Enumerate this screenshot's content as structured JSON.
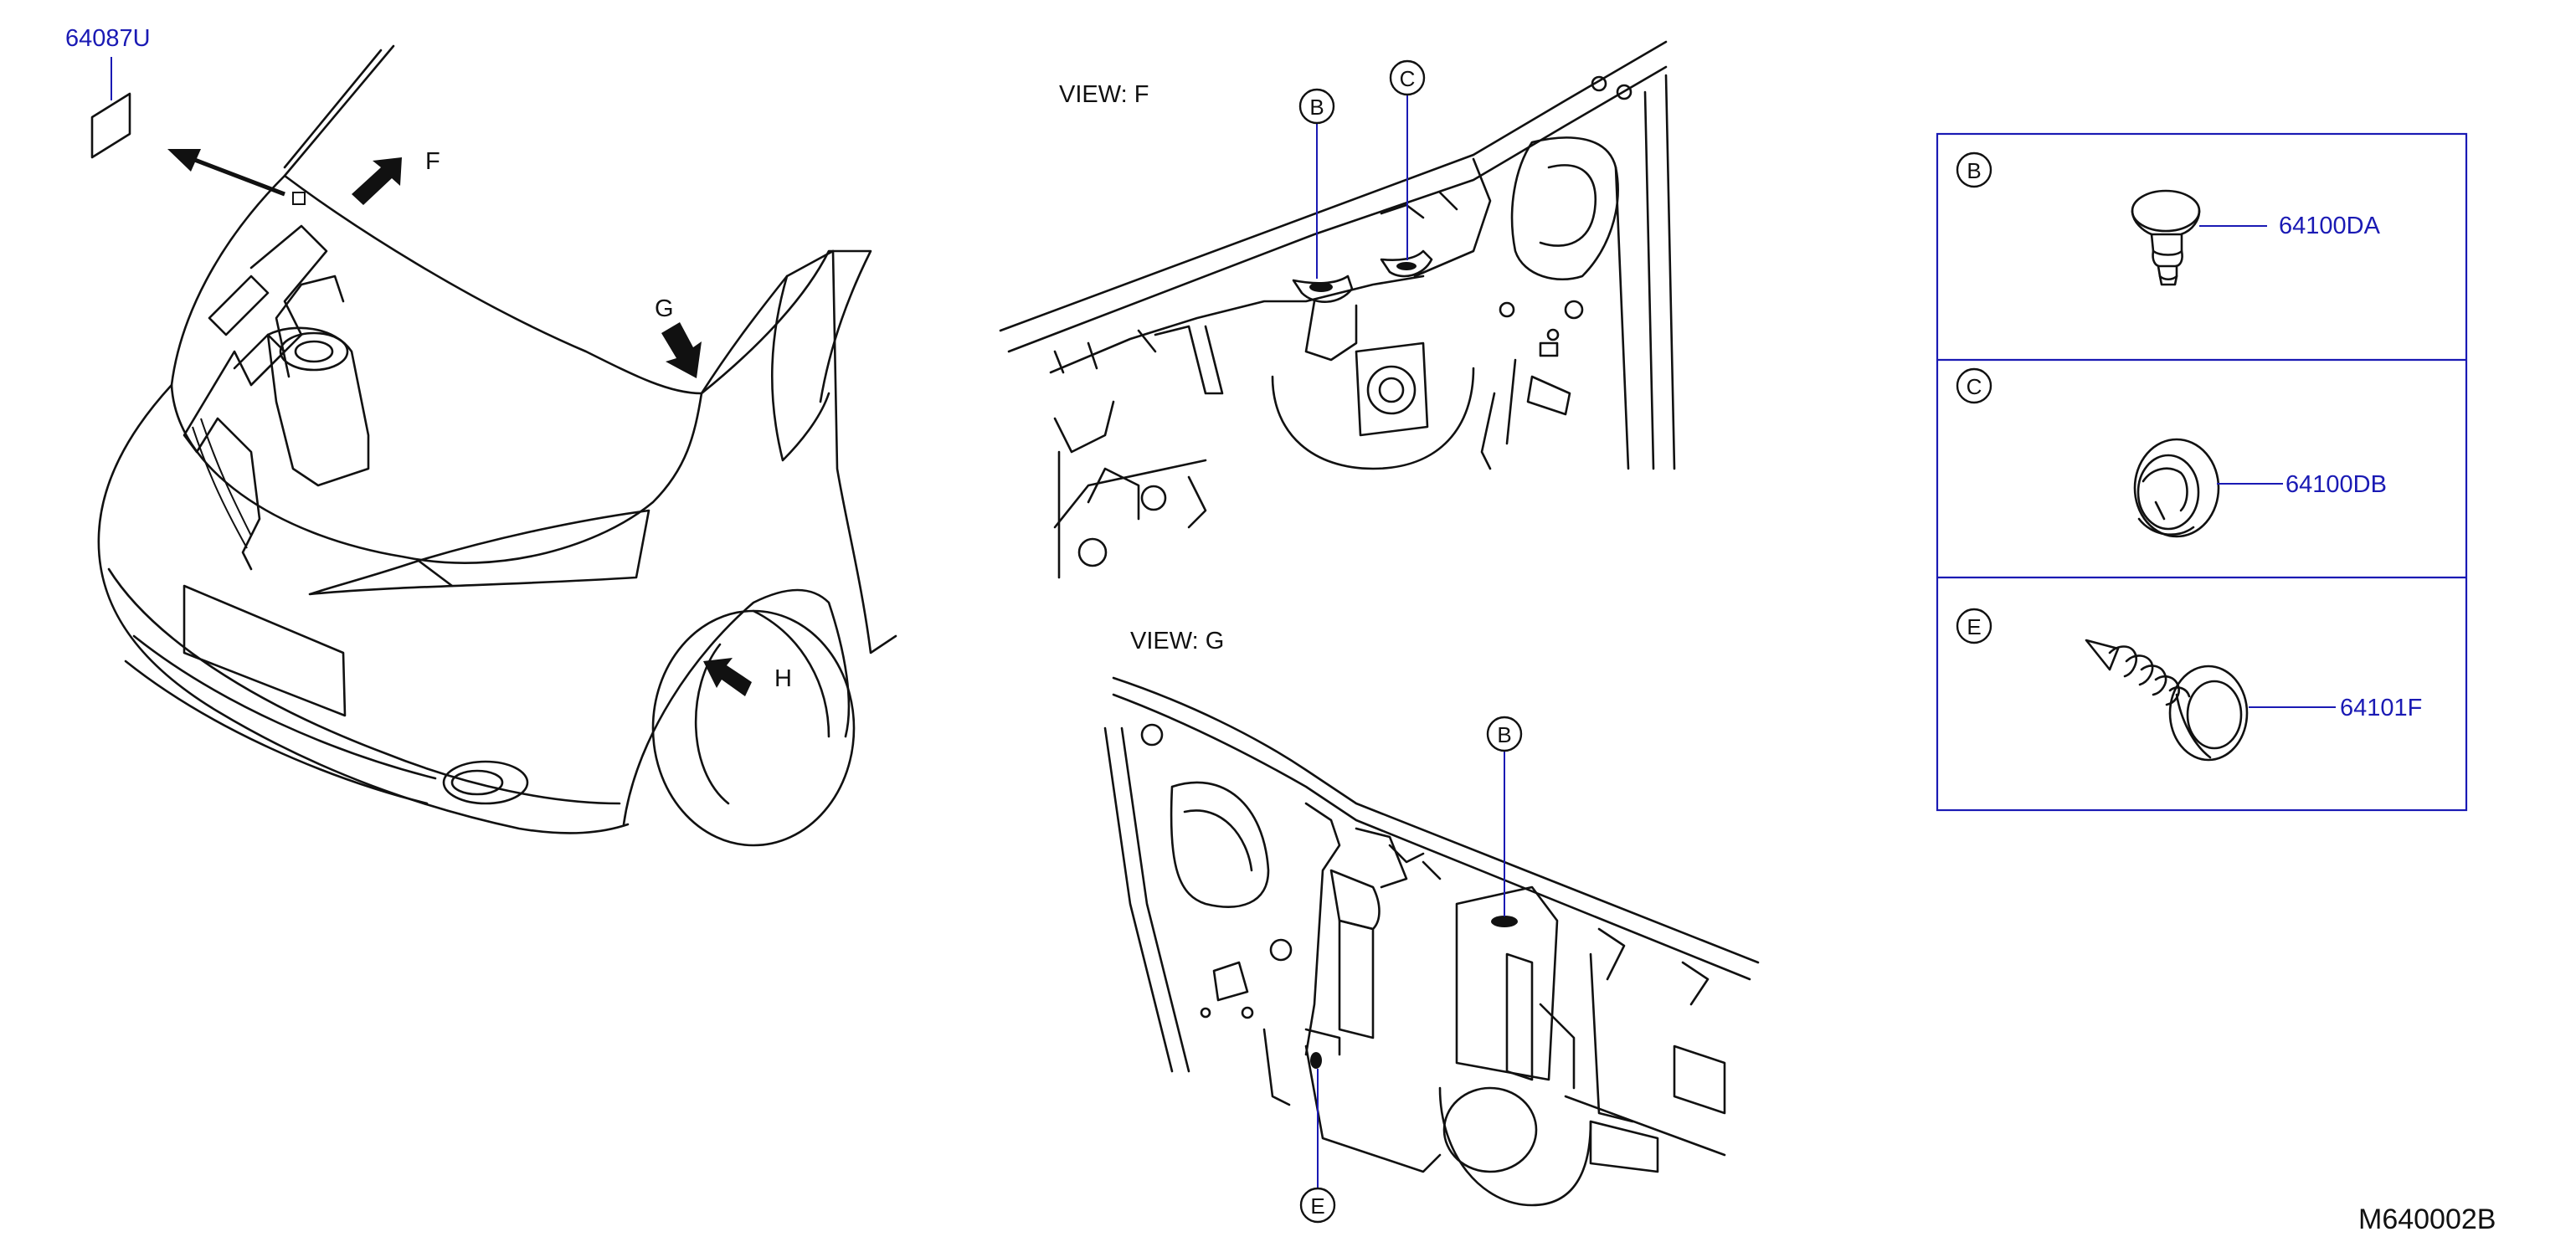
{
  "parts": {
    "label_part": "64087U",
    "clip_b": "64100DA",
    "clip_c": "64100DB",
    "clip_e": "64101F"
  },
  "views": {
    "f_title": "VIEW:   F",
    "g_title": "VIEW:   G"
  },
  "arrows": {
    "f": "F",
    "g": "G",
    "h": "H"
  },
  "callouts": {
    "b": "B",
    "c": "C",
    "e": "E"
  },
  "legend": {
    "row_b": "B",
    "row_c": "C",
    "row_e": "E"
  },
  "diagram_code": "M640002B"
}
